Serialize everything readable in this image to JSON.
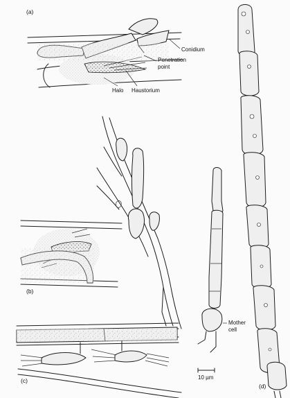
{
  "panels": {
    "a": "(a)",
    "b": "(b)",
    "c": "(c)",
    "d": "(d)"
  },
  "labels": {
    "conidium": "Conidium",
    "penetration_line1": "Penetration",
    "penetration_line2": "point",
    "halo": "Halo",
    "haustorium": "Haustorium",
    "mother_line1": "Mother",
    "mother_line2": "cell"
  },
  "scale_bar": "10 µm"
}
